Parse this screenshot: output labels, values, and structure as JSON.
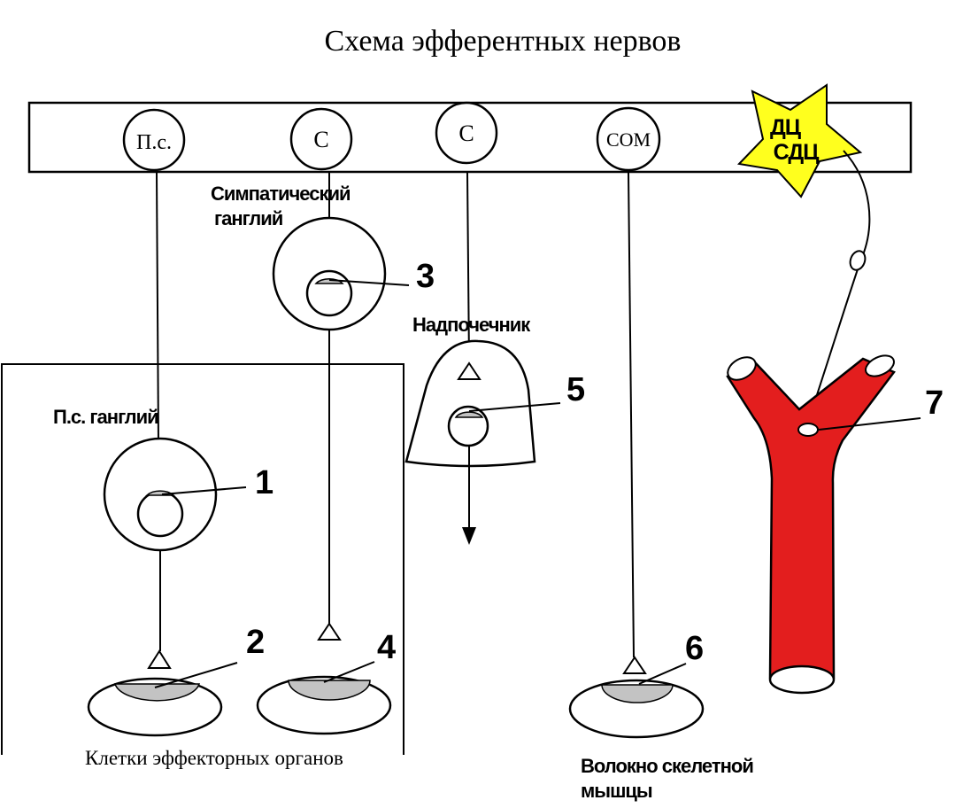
{
  "title": "Схема эфферентных нервов",
  "cns": {
    "centers": [
      {
        "key": "ps",
        "label": "П.с."
      },
      {
        "key": "s1",
        "label": "С"
      },
      {
        "key": "s2",
        "label": "С"
      },
      {
        "key": "som",
        "label": "СОМ"
      }
    ],
    "star": {
      "line1": "ДЦ",
      "line2": "СДЦ",
      "color": "#ffff1e"
    }
  },
  "labels": {
    "sympathetic_ganglion_1": "Симпатический",
    "sympathetic_ganglion_2": "ганглий",
    "adrenal": "Надпочечник",
    "ps_ganglion": "П.с. ганглий",
    "effector_cells": "Клетки эффекторных органов",
    "skeletal_fiber_1": "Волокно скелетной",
    "skeletal_fiber_2": "мышцы"
  },
  "numbers": [
    "1",
    "2",
    "3",
    "4",
    "5",
    "6",
    "7"
  ],
  "colors": {
    "vessel": "#e31e1e",
    "receptor": "#c3c3c3",
    "star": "#ffff1e",
    "line": "#000000"
  }
}
